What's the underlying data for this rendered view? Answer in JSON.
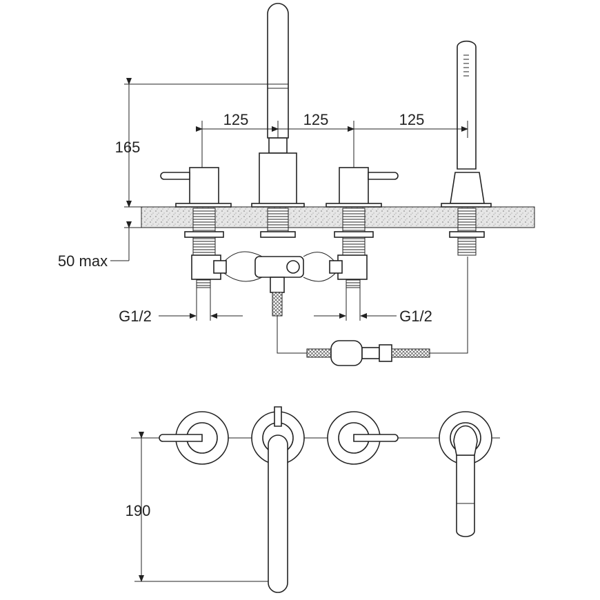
{
  "drawing": {
    "dimensions": {
      "spacing_1": "125",
      "spacing_2": "125",
      "spacing_3": "125",
      "spout_height": "165",
      "deck_thickness": "50 max",
      "connection_left": "G1/2",
      "connection_right": "G1/2",
      "spout_projection": "190"
    },
    "colors": {
      "line": "#222222",
      "deck": "#d9d9d9"
    }
  }
}
